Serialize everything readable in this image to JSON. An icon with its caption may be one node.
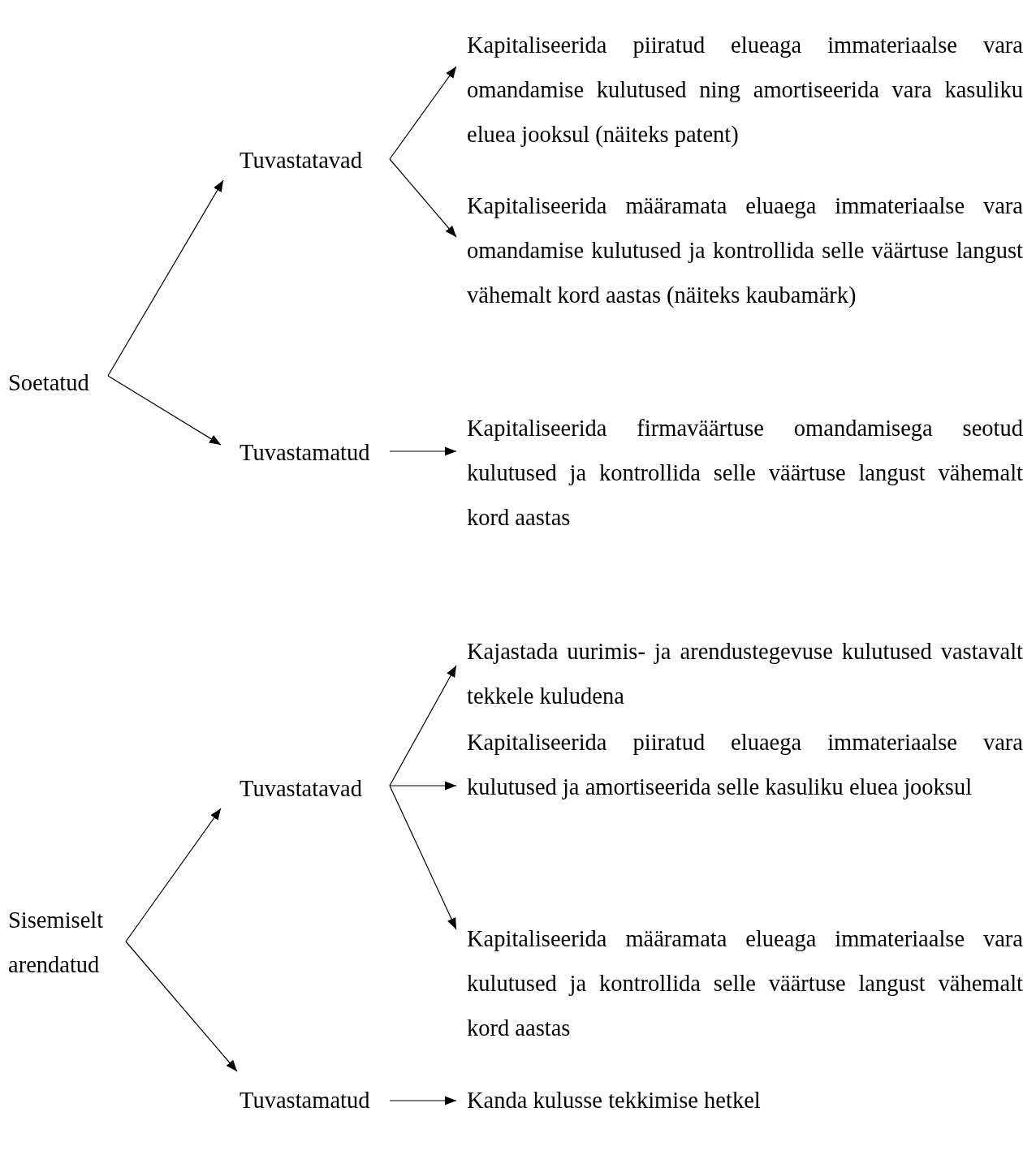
{
  "diagram": {
    "nodes": [
      {
        "text": [
          "Soetatud"
        ]
      },
      {
        "text": [
          "Tuvastatavad"
        ]
      },
      {
        "text": [
          "Kapitaliseerida piiratud elueaga immateriaalse vara omandamise kulutused ning amortiseerida vara kasuliku eluea jooksul (näiteks patent)"
        ]
      },
      {
        "text": [
          "Kapitaliseerida määramata eluaega immateriaalse vara omandamise kulutused ja kontrollida selle väärtuse langust vähemalt kord aastas (näiteks kaubamärk)"
        ]
      },
      {
        "text": [
          "Tuvastamatud"
        ]
      },
      {
        "text": [
          "Kapitaliseerida firmaväärtuse omandamisega seotud kulutused ja kontrollida selle väärtuse langust vähemalt kord aastas"
        ]
      },
      {
        "text": [
          "Sisemiselt arendatud"
        ]
      },
      {
        "text": [
          "Tuvastatavad"
        ]
      },
      {
        "text": [
          "Kajastada uurimis- ja arendustegevuse kulutused vastavalt tekkele kuludena"
        ]
      },
      {
        "text": [
          "Kapitaliseerida piiratud eluaega immateriaalse vara kulutused ja amortiseerida selle kasuliku eluea jooksul"
        ]
      },
      {
        "text": [
          "Kapitaliseerida määramata elueaga immateriaalse vara kulutused ja kontrollida selle väärtuse langust vähemalt kord aastas"
        ]
      },
      {
        "text": [
          "Tuvastamatud"
        ]
      },
      {
        "text": [
          "Kanda kulusse tekkimise hetkel"
        ]
      }
    ],
    "edges": [
      {
        "from": 0,
        "to": 1,
        "arrow": "to"
      },
      {
        "from": 0,
        "to": 4,
        "arrow": "to"
      },
      {
        "from": 1,
        "to": 2,
        "arrow": "to"
      },
      {
        "from": 1,
        "to": 3,
        "arrow": "to"
      },
      {
        "from": 4,
        "to": 5,
        "arrow": "to"
      },
      {
        "from": 6,
        "to": 7,
        "arrow": "to"
      },
      {
        "from": 6,
        "to": 11,
        "arrow": "to"
      },
      {
        "from": 7,
        "to": 8,
        "arrow": "to"
      },
      {
        "from": 7,
        "to": 9,
        "arrow": "to"
      },
      {
        "from": 7,
        "to": 10,
        "arrow": "to"
      },
      {
        "from": 11,
        "to": 12,
        "arrow": "to"
      }
    ]
  }
}
